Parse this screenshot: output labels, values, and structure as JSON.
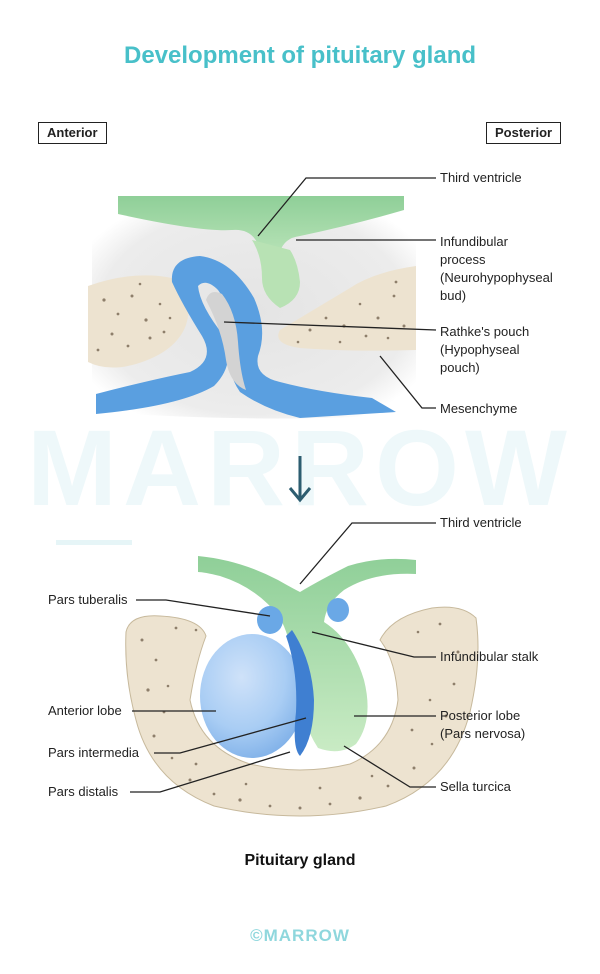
{
  "title": "Development of pituitary gland",
  "orientation": {
    "anterior": "Anterior",
    "posterior": "Posterior"
  },
  "top_labels": {
    "third_ventricle": "Third ventricle",
    "infundibular_process": [
      "Infundibular",
      "process",
      "(Neurohypophyseal",
      "bud)"
    ],
    "rathkes_pouch": [
      "Rathke's pouch",
      "(Hypophyseal",
      "pouch)"
    ],
    "mesenchyme": "Mesenchyme"
  },
  "bottom_labels": {
    "third_ventricle": "Third ventricle",
    "pars_tuberalis": "Pars tuberalis",
    "infundibular_stalk": "Infundibular stalk",
    "anterior_lobe": "Anterior lobe",
    "posterior_lobe": [
      "Posterior lobe",
      "(Pars nervosa)"
    ],
    "pars_intermedia": "Pars intermedia",
    "pars_distalis": "Pars distalis",
    "sella_turcica": "Sella turcica"
  },
  "caption": "Pituitary gland",
  "watermark": "MARROW",
  "footer": "©MARROW",
  "colors": {
    "title": "#48c0c9",
    "neural_green": "#b8e2b4",
    "pouch_blue": "#5a9fe0",
    "anterior_lobe_blue": "#a9cdf4",
    "bone": "#ede3d0",
    "background_grey": "#e9e9e9"
  }
}
